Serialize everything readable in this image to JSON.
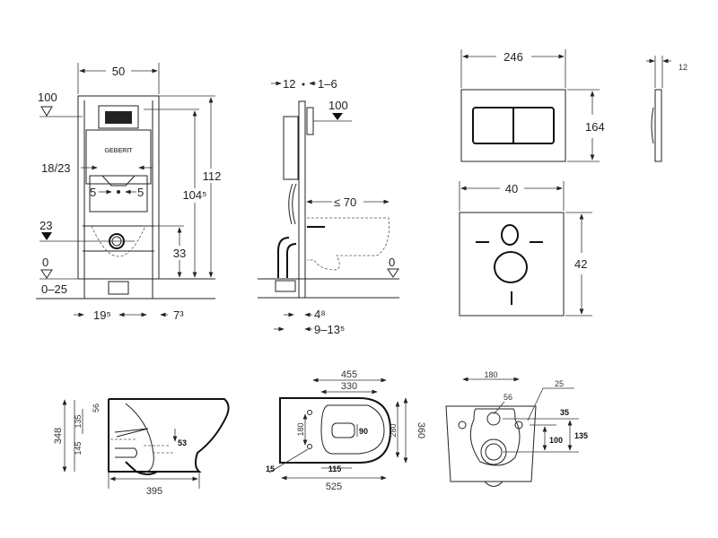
{
  "frame_front": {
    "width": "50",
    "height_total": "112",
    "height_actuation": "104⁵",
    "height_outlet": "33",
    "level_top": "100",
    "flush_spacing": "18/23",
    "offset_left": "5",
    "offset_right": "5",
    "level_supply": "23",
    "level_floor": "0",
    "floor_range": "0–25",
    "foot_spacing": "19⁵",
    "foot_offset": "7³",
    "brand": "GEBERIT"
  },
  "frame_side": {
    "depth": "12",
    "wall_range": "1–6",
    "level_top": "100",
    "bowl_projection": "≤ 70",
    "level_floor": "0",
    "bottom_offset": "4⁸",
    "bottom_range": "9–13⁵"
  },
  "flush_plate": {
    "width": "246",
    "height": "164",
    "thickness": "12"
  },
  "install_plate": {
    "width": "40",
    "height": "42"
  },
  "bowl_side": {
    "height": "348",
    "upper": "135",
    "lower": "145",
    "depth": "395",
    "outlet": "53",
    "top_hole": "56"
  },
  "bowl_top": {
    "outer_width": "455",
    "inner_width": "330",
    "hole_spacing": "180",
    "hole_size": "15",
    "seat_width": "90",
    "outlet_width": "115",
    "length": "525",
    "depth": "360"
  },
  "bowl_back": {
    "hole_spacing": "180",
    "water_inlet": "56",
    "hole_dia": "25",
    "offset_top": "35",
    "offset_mid": "100",
    "offset_total": "135"
  }
}
